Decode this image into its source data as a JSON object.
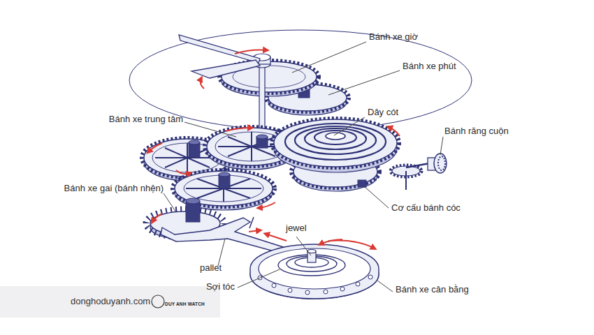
{
  "diagram": {
    "labels": [
      "Bánh xe giờ",
      "Bánh xe phút",
      "Dây cót",
      "Bánh răng cuộn",
      "Bánh xe trung tâm",
      "Bánh xe gai (bánh nhện)",
      "Cơ cấu bánh cóc",
      "jewel",
      "pallet",
      "Sợi tóc",
      "Bánh xe cân bằng",
      "donghoduyanh.com",
      "DUY ANH WATCH"
    ]
  }
}
